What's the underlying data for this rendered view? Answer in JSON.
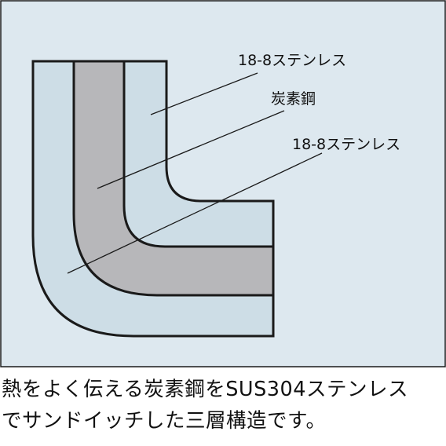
{
  "diagram": {
    "labels": {
      "outer_top": "18-8ステンレス",
      "core": "炭素鋼",
      "outer_bottom": "18-8ステンレス"
    },
    "colors": {
      "panel_background": "#dde8ef",
      "stainless_fill": "#cddde6",
      "carbon_steel_fill": "#b7b7ba",
      "outline": "#1a1a1a"
    }
  },
  "caption": {
    "line1": "熱をよく伝える炭素鋼をSUS304ステンレス",
    "line2": "でサンドイッチした三層構造です。"
  }
}
